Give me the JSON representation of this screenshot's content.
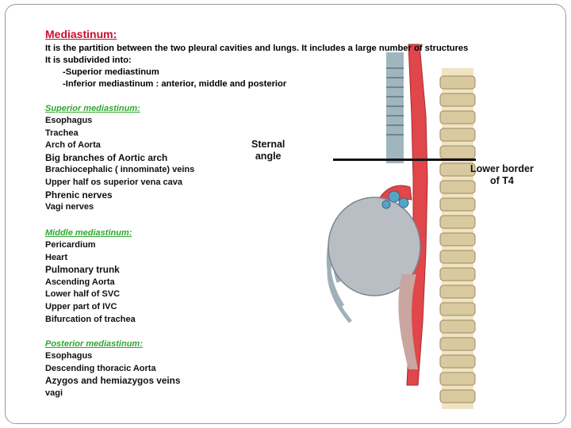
{
  "title": "Mediastinum:",
  "intro": {
    "line1": "It is the partition between the two pleural cavities and lungs. It includes a large number of structures",
    "line2": "It is subdivided into:",
    "sub1": "-Superior mediastinum",
    "sub2": "-Inferior mediastinum : anterior, middle and posterior"
  },
  "sections": {
    "superior": {
      "heading": "Superior mediastinum:",
      "items": [
        "Esophagus",
        "Trachea",
        "Arch of Aorta",
        "Big branches of Aortic arch",
        "Brachiocephalic ( innominate) veins",
        "Upper half os superior vena cava",
        "Phrenic nerves",
        "Vagi nerves"
      ]
    },
    "middle": {
      "heading": "Middle mediastinum:",
      "items": [
        "Pericardium",
        "Heart",
        "Pulmonary trunk",
        "Ascending Aorta",
        "Lower half of SVC",
        "Upper part of IVC",
        "Bifurcation of trachea"
      ]
    },
    "posterior": {
      "heading": "Posterior mediastinum:",
      "items": [
        "Esophagus",
        "Descending thoracic Aorta",
        "Azygos and hemiazygos veins",
        "vagi"
      ]
    }
  },
  "labels": {
    "sternal_angle_1": "Sternal",
    "sternal_angle_2": "angle",
    "lower_border_1": "Lower border",
    "lower_border_2": "of T4"
  },
  "colors": {
    "title": "#c8102e",
    "section_heading": "#2ea82e",
    "aorta": "#e0464a",
    "vertebra": "#d9c9a0",
    "heart": "#b9bec4"
  }
}
